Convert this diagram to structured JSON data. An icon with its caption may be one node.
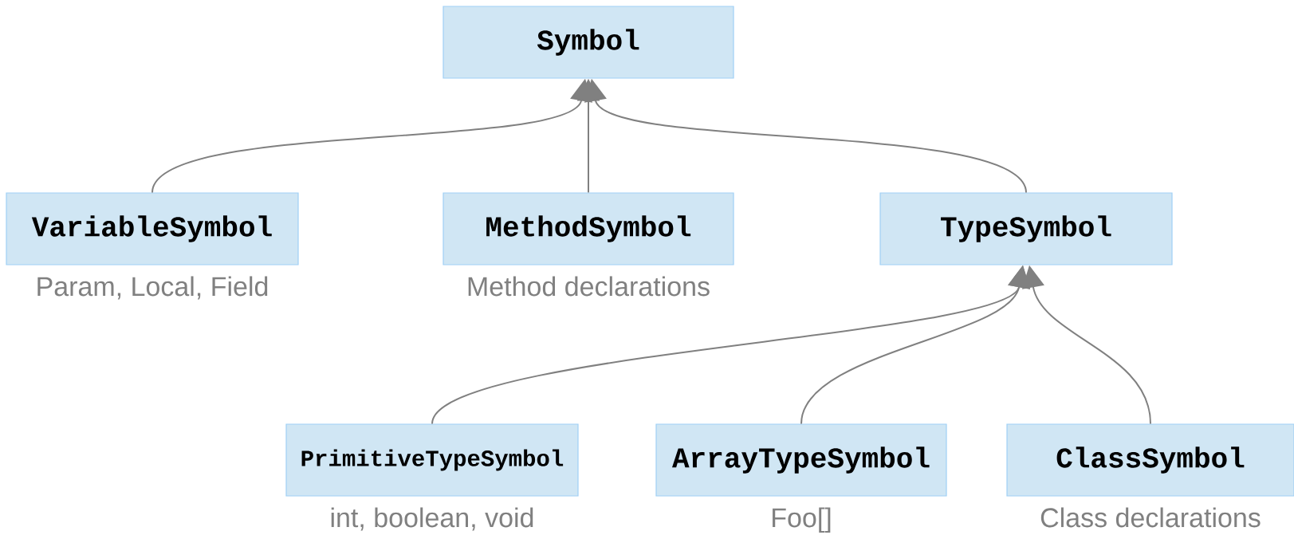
{
  "diagram": {
    "nodes": [
      {
        "text": [
          "Symbol"
        ]
      },
      {
        "text": [
          "VariableSymbol"
        ],
        "beside": [
          "Param, Local, Field"
        ]
      },
      {
        "text": [
          "MethodSymbol"
        ],
        "beside": [
          "Method declarations"
        ]
      },
      {
        "text": [
          "TypeSymbol"
        ]
      },
      {
        "text": [
          "PrimitiveTypeSymbol"
        ],
        "beside": [
          "int, boolean, void"
        ]
      },
      {
        "text": [
          "ArrayTypeSymbol"
        ],
        "beside": [
          "Foo[]"
        ]
      },
      {
        "text": [
          "ClassSymbol"
        ],
        "beside": [
          "Class declarations"
        ]
      }
    ],
    "edges": [
      {
        "from": 1,
        "to": 0,
        "arrow": "to"
      },
      {
        "from": 2,
        "to": 0,
        "arrow": "to"
      },
      {
        "from": 3,
        "to": 0,
        "arrow": "to"
      },
      {
        "from": 4,
        "to": 3,
        "arrow": "to"
      },
      {
        "from": 5,
        "to": 3,
        "arrow": "to"
      },
      {
        "from": 6,
        "to": 3,
        "arrow": "to"
      }
    ]
  }
}
